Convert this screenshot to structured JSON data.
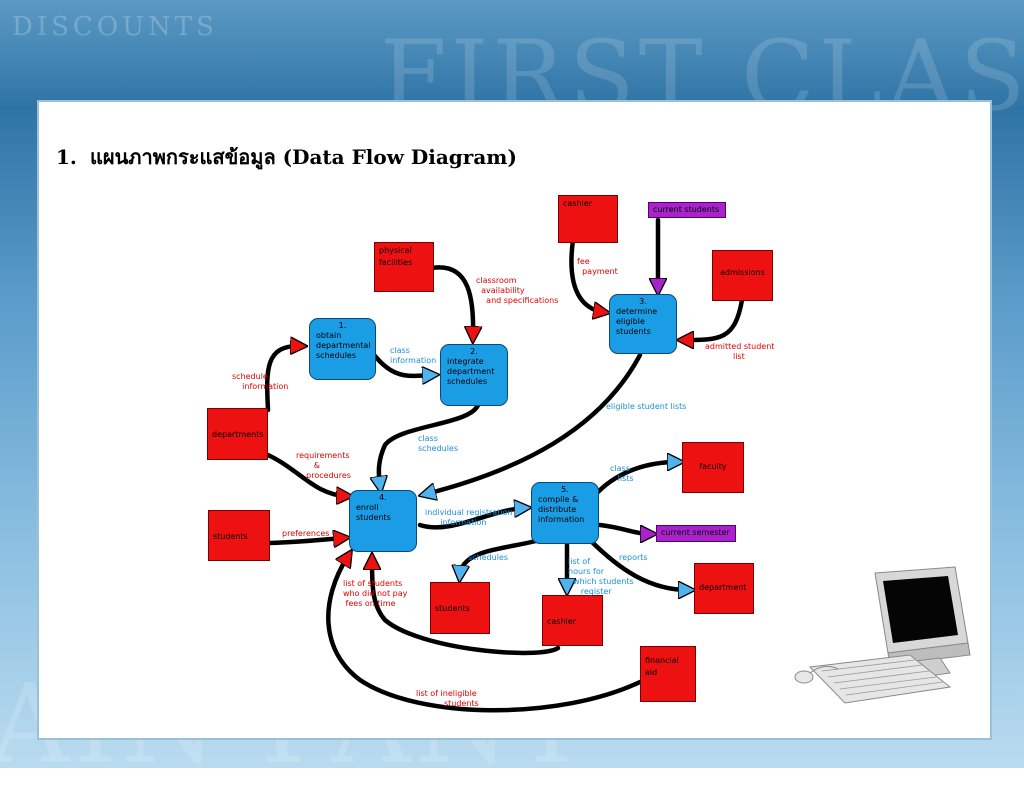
{
  "background": {
    "watermark_top": "DISCOUNTS",
    "watermark_right": "FIRST CLASS",
    "watermark_bottom": "AIN FANT"
  },
  "title": {
    "number": "1.",
    "text": "แผนภาพกระแสข้อมูล (Data Flow Diagram)"
  },
  "colors": {
    "external_entity": "#ee1111",
    "data_store": "#aa22cc",
    "process": "#1b9de6",
    "red_label": "#e00000",
    "blue_label": "#1a8fd8"
  },
  "entities": {
    "cashier_top": "cashier",
    "current_students": "current students",
    "physical_facilities": "physical\nfacilities",
    "admissions": "admissions",
    "departments": "departments",
    "students_left": "students",
    "faculty": "faculty",
    "current_semester": "current semester",
    "department_right": "department",
    "students_bottom": "students",
    "cashier_bottom": "cashier",
    "financial_aid": "financial\naid"
  },
  "processes": {
    "p1": {
      "number": "1.",
      "label": "obtain\ndepartmental\nschedules"
    },
    "p2": {
      "number": "2.",
      "label": "integrate\ndepartment\nschedules"
    },
    "p3": {
      "number": "3.",
      "label": "determine\neligible\nstudents"
    },
    "p4": {
      "number": "4.",
      "label": "enroll\nstudents"
    },
    "p5": {
      "number": "5.",
      "label": "compile &\ndistribute\ninformation"
    }
  },
  "flows": {
    "fee_payment": "fee\n  payment",
    "classroom_availability": "classroom\n  availability\n    and specifications",
    "class_information": "class\ninformation",
    "schedule_information": "schedule\n    information",
    "admitted_student_list": "admitted student\n           list",
    "eligible_student_lists": "eligible student lists",
    "class_schedules": "class\nschedules",
    "requirements_procedures": "requirements\n       &\n    procedures",
    "preferences": "preferences",
    "individual_registration": "individual registration\n      information",
    "class_lists": "class\n   lists",
    "schedules": "schedules",
    "reports": "reports",
    "list_of_hours": "list of\nhours for\n  which students\n     register",
    "list_not_pay": "list of students\nwho did not pay\n fees on time",
    "list_ineligible": "list of ineligible\n           students"
  }
}
